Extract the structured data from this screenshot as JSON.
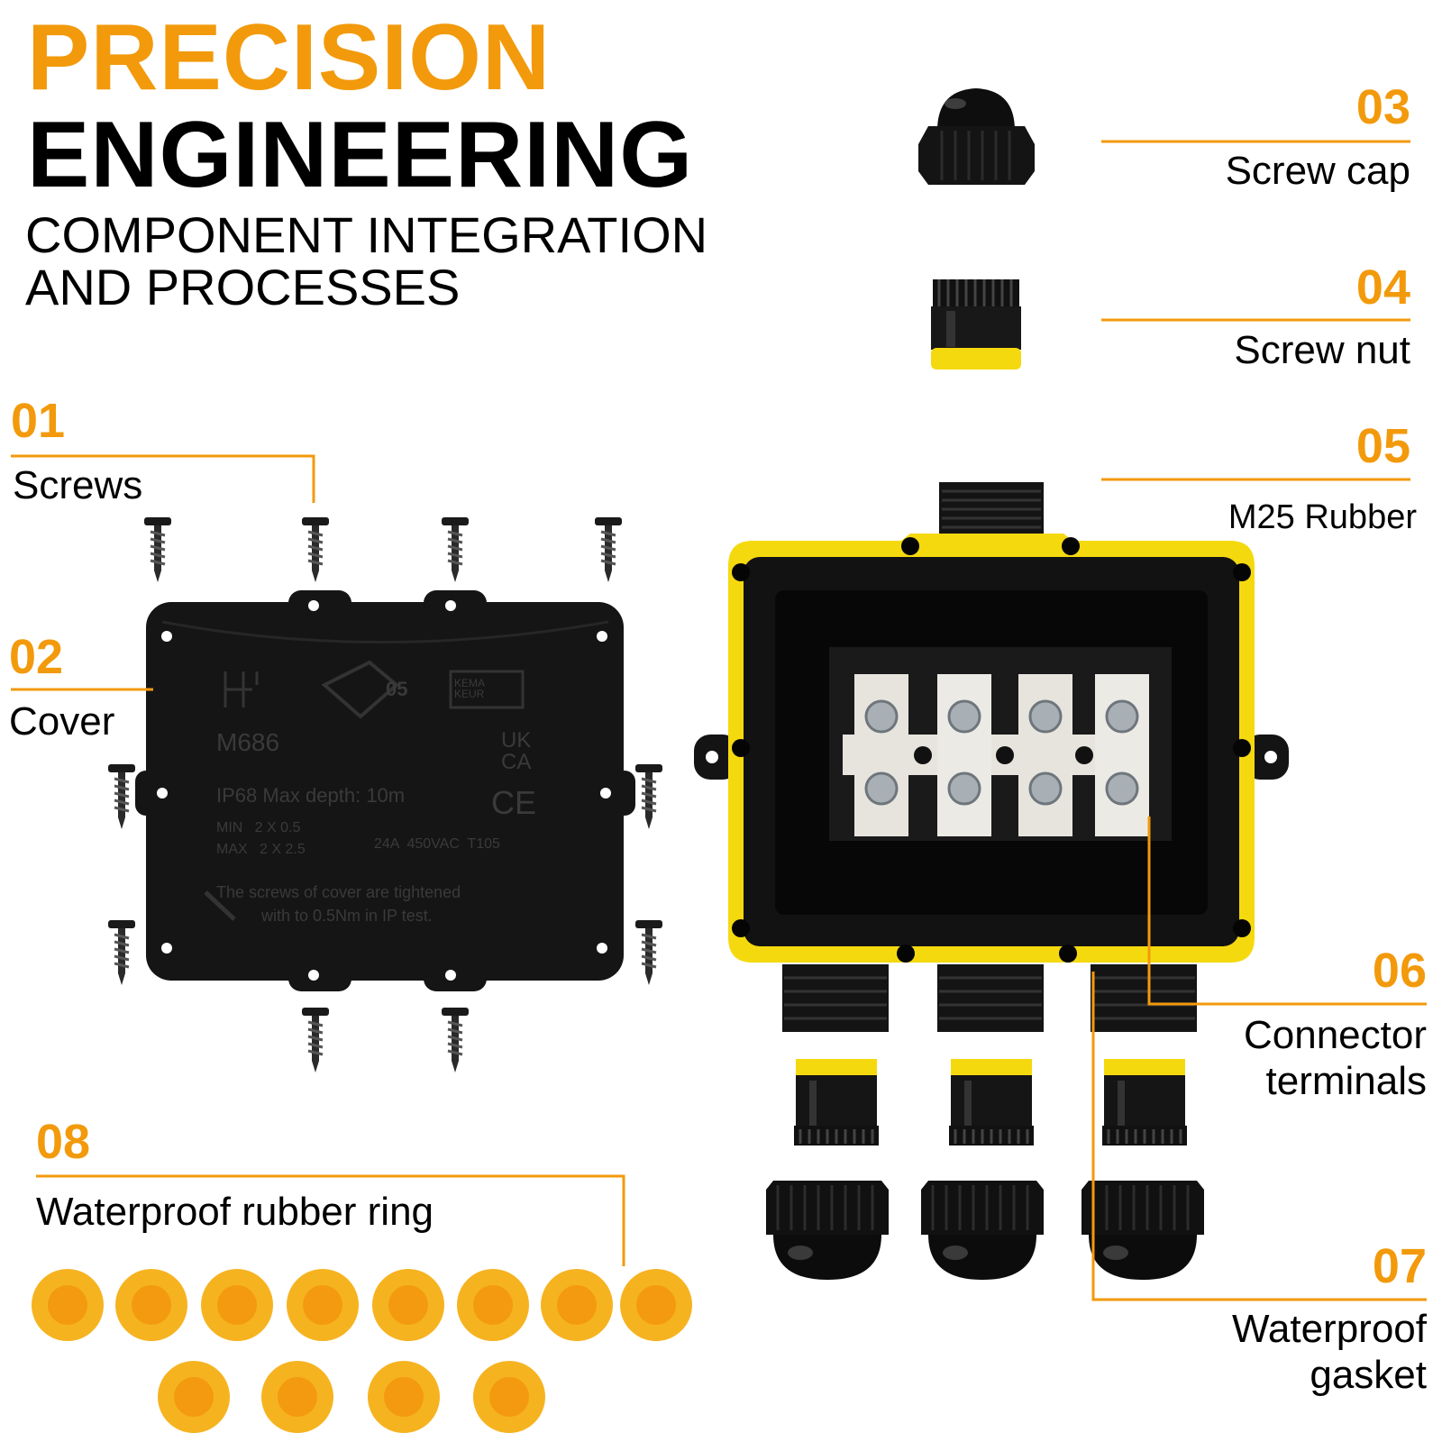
{
  "header": {
    "title_line1": "PRECISION",
    "title_line2": "ENGINEERING",
    "subtitle_line1": "COMPONENT INTEGRATION",
    "subtitle_line2": "AND PROCESSES"
  },
  "callouts": {
    "screws": {
      "num": "01",
      "label": "Screws"
    },
    "cover": {
      "num": "02",
      "label": "Cover"
    },
    "screw_cap": {
      "num": "03",
      "label": "Screw cap"
    },
    "screw_nut": {
      "num": "04",
      "label": "Screw nut"
    },
    "m25_rubber": {
      "num": "05",
      "label": "M25 Rubber"
    },
    "connector_terminals": {
      "num": "06",
      "label_line1": "Connector",
      "label_line2": "terminals"
    },
    "waterproof_gasket": {
      "num": "07",
      "label_line1": "Waterproof",
      "label_line2": "gasket"
    },
    "rubber_ring": {
      "num": "08",
      "label": "Waterproof rubber ring"
    }
  },
  "cover_markings": {
    "model": "M686",
    "cert_number": "05",
    "kema": "KEMA KEUR",
    "ukca": "UK CA",
    "ce": "CE",
    "ip_rating": "IP68  Max depth: 10m",
    "min_spec": "MIN   2 X 0.5",
    "max_spec": "MAX   2 X 2.5",
    "rating": "24A  450VAC  T105",
    "note_line1": "The screws of cover are tightened",
    "note_line2": "with to 0.5Nm in IP test."
  },
  "colors": {
    "accent_orange": "#f29a0c",
    "gasket_yellow": "#f5d90f",
    "ring_orange": "#f5a21b",
    "product_black": "#111111"
  }
}
